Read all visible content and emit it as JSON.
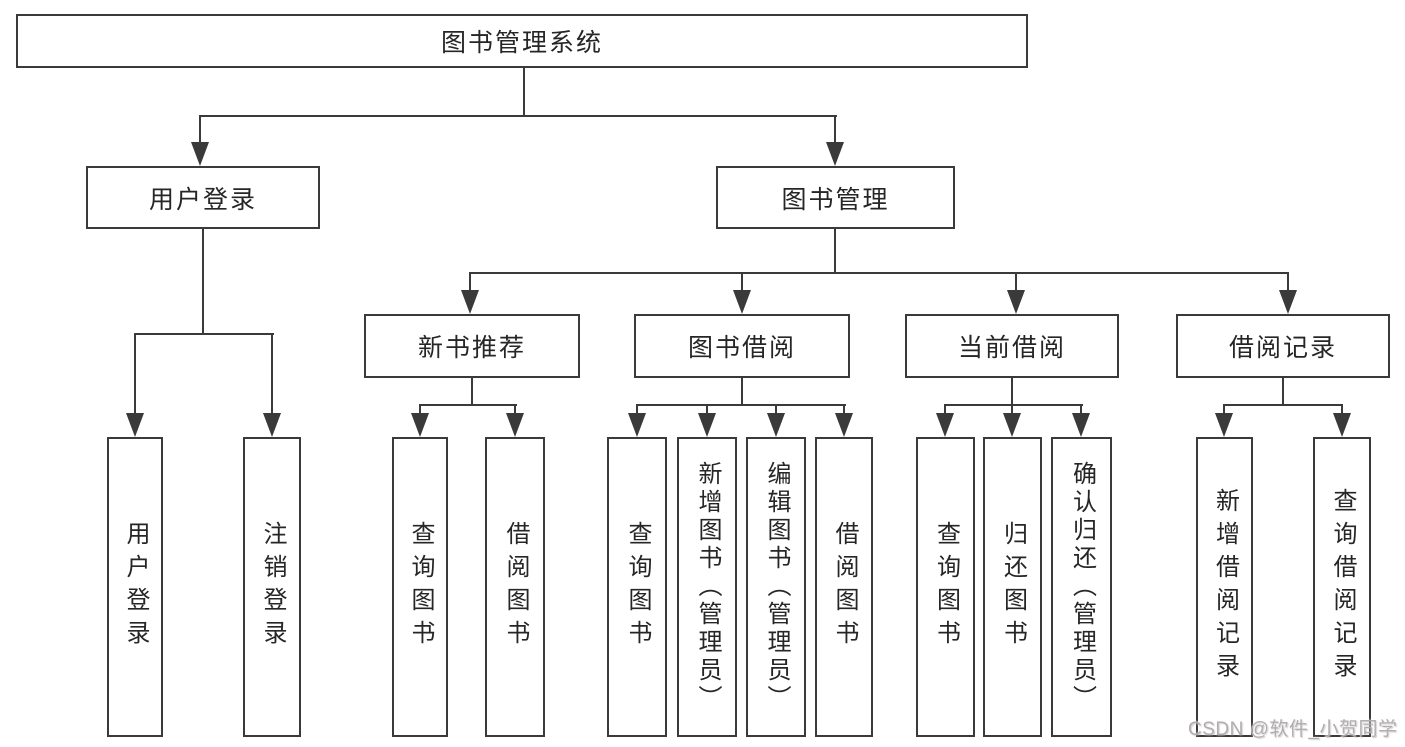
{
  "diagram_title": "图书管理系统",
  "nodes": {
    "root": {
      "label": "图书管理系统"
    },
    "user_login": {
      "label": "用户登录"
    },
    "book_mgmt": {
      "label": "图书管理"
    },
    "new_book_rec": {
      "label": "新书推荐"
    },
    "book_borrow": {
      "label": "图书借阅"
    },
    "current_borrow": {
      "label": "当前借阅"
    },
    "borrow_records": {
      "label": "借阅记录"
    },
    "a1": {
      "label": "用户登录"
    },
    "a2": {
      "label": "注销登录"
    },
    "b1": {
      "label": "查询图书"
    },
    "b2": {
      "label": "借阅图书"
    },
    "c1": {
      "label": "查询图书"
    },
    "c2": {
      "label": "新增图书（管理员）"
    },
    "c3": {
      "label": "编辑图书（管理员）"
    },
    "c4": {
      "label": "借阅图书"
    },
    "d1": {
      "label": "查询图书"
    },
    "d2": {
      "label": "归还图书"
    },
    "d3": {
      "label": "确认归还（管理员）"
    },
    "e1": {
      "label": "新增借阅记录"
    },
    "e2": {
      "label": "查询借阅记录"
    }
  },
  "watermark": {
    "text": "CSDN @软件_小贺同学"
  },
  "colors": {
    "line": "#3a3a3a",
    "text": "#262626",
    "background": "#ffffff",
    "watermark": "#b2adaf"
  }
}
